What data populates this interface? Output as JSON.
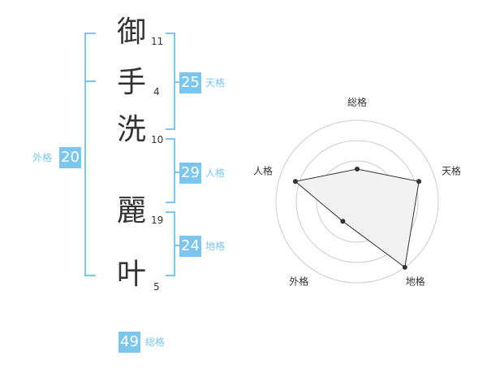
{
  "name": {
    "characters": [
      {
        "char": "御",
        "strokes": "11"
      },
      {
        "char": "手",
        "strokes": "4"
      },
      {
        "char": "洗",
        "strokes": "10"
      },
      {
        "char": "麗",
        "strokes": "19"
      },
      {
        "char": "叶",
        "strokes": "5"
      }
    ]
  },
  "scores": {
    "tenkaku": {
      "value": "25",
      "label": "天格"
    },
    "jinkaku": {
      "value": "29",
      "label": "人格"
    },
    "chikaku": {
      "value": "24",
      "label": "地格"
    },
    "gaikaku": {
      "value": "20",
      "label": "外格"
    },
    "soukaku": {
      "value": "49",
      "label": "総格"
    }
  },
  "colors": {
    "accent": "#7cc6ee",
    "text": "#333333"
  },
  "chart_data": {
    "type": "radar",
    "axes": [
      "総格",
      "天格",
      "地格",
      "外格",
      "人格"
    ],
    "values": [
      0.4,
      0.8,
      1.0,
      0.3,
      0.8
    ],
    "rings": 4
  }
}
